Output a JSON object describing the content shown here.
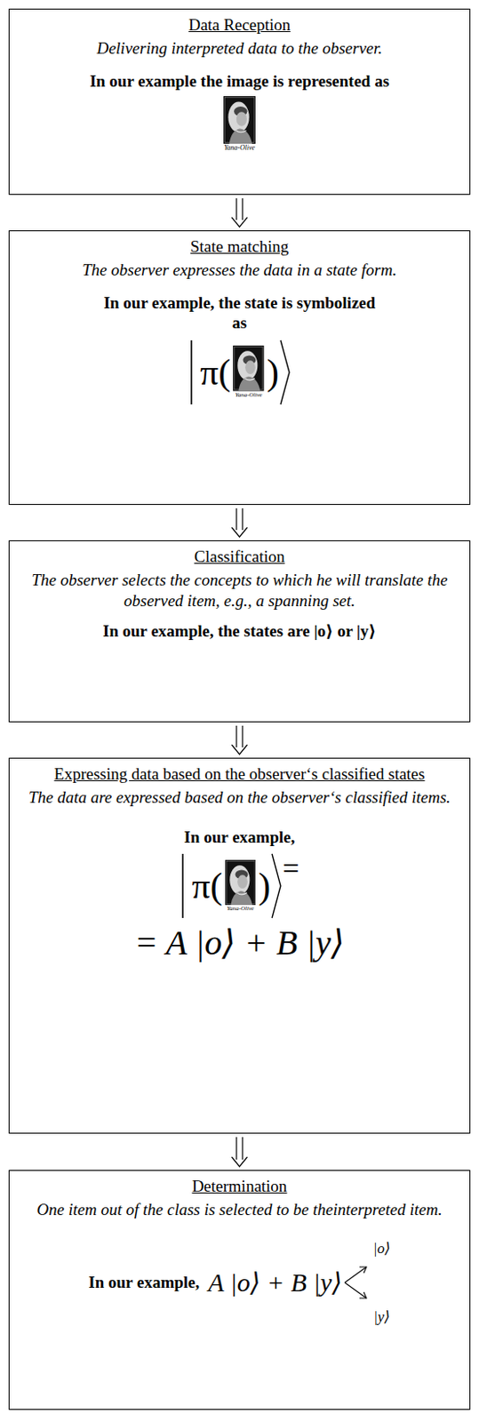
{
  "diagram": {
    "nodes": [
      {
        "text": [
          "Data Reception",
          "Delivering interpreted data to the observer.",
          "In our example the image is represented as"
        ]
      },
      {
        "text": [
          "State matching",
          "The observer expresses the data in a state form.",
          "In our example, the state is symbolized as",
          "π(",
          ")"
        ]
      },
      {
        "text": [
          "Classification",
          "The observer selects the concepts to which he will translate the observed item, e.g., a spanning set.",
          "In our example, the states are |o⟩ or |y⟩"
        ]
      },
      {
        "text": [
          "Expressing data based on the observer‘s classified states",
          "The data are expressed based on the observer‘s classified items.",
          "In our example,",
          "π(",
          ")",
          "=",
          "= A |o⟩ + B |y⟩"
        ]
      },
      {
        "text": [
          "Determination",
          "One item out of the class is selected to be theinterpreted item.",
          "In our example,",
          "A |o⟩ + B |y⟩",
          "|o⟩",
          "|y⟩"
        ]
      }
    ],
    "edges": [
      {
        "from": 0,
        "to": 1,
        "arrow": "to"
      },
      {
        "from": 1,
        "to": 2,
        "arrow": "to"
      },
      {
        "from": 2,
        "to": 3,
        "arrow": "to"
      },
      {
        "from": 3,
        "to": 4,
        "arrow": "to"
      }
    ],
    "labels": [
      "Yana-Olive",
      "Yana-Olive",
      "Yana-Olive"
    ]
  }
}
